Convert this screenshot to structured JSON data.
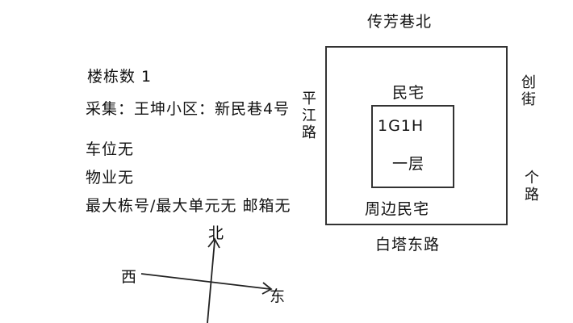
{
  "info": {
    "lines": [
      "楼栋数 1",
      "采集：王坤小区：新民巷4号",
      "车位无",
      "物业无",
      "最大栋号/最大单元无 邮箱无"
    ]
  },
  "map": {
    "north_road": "传芳巷北",
    "west_road": "平江路",
    "east_road_line1": "创街",
    "east_road_line2": "个路",
    "south_road": "白塔东路",
    "outer_box_label": "周边民宅",
    "inner_box_title": "民宅",
    "inner_box_code": "1G1H",
    "inner_box_floor": "一层"
  },
  "compass": {
    "north": "北",
    "south": "",
    "west": "西",
    "east": "东"
  }
}
